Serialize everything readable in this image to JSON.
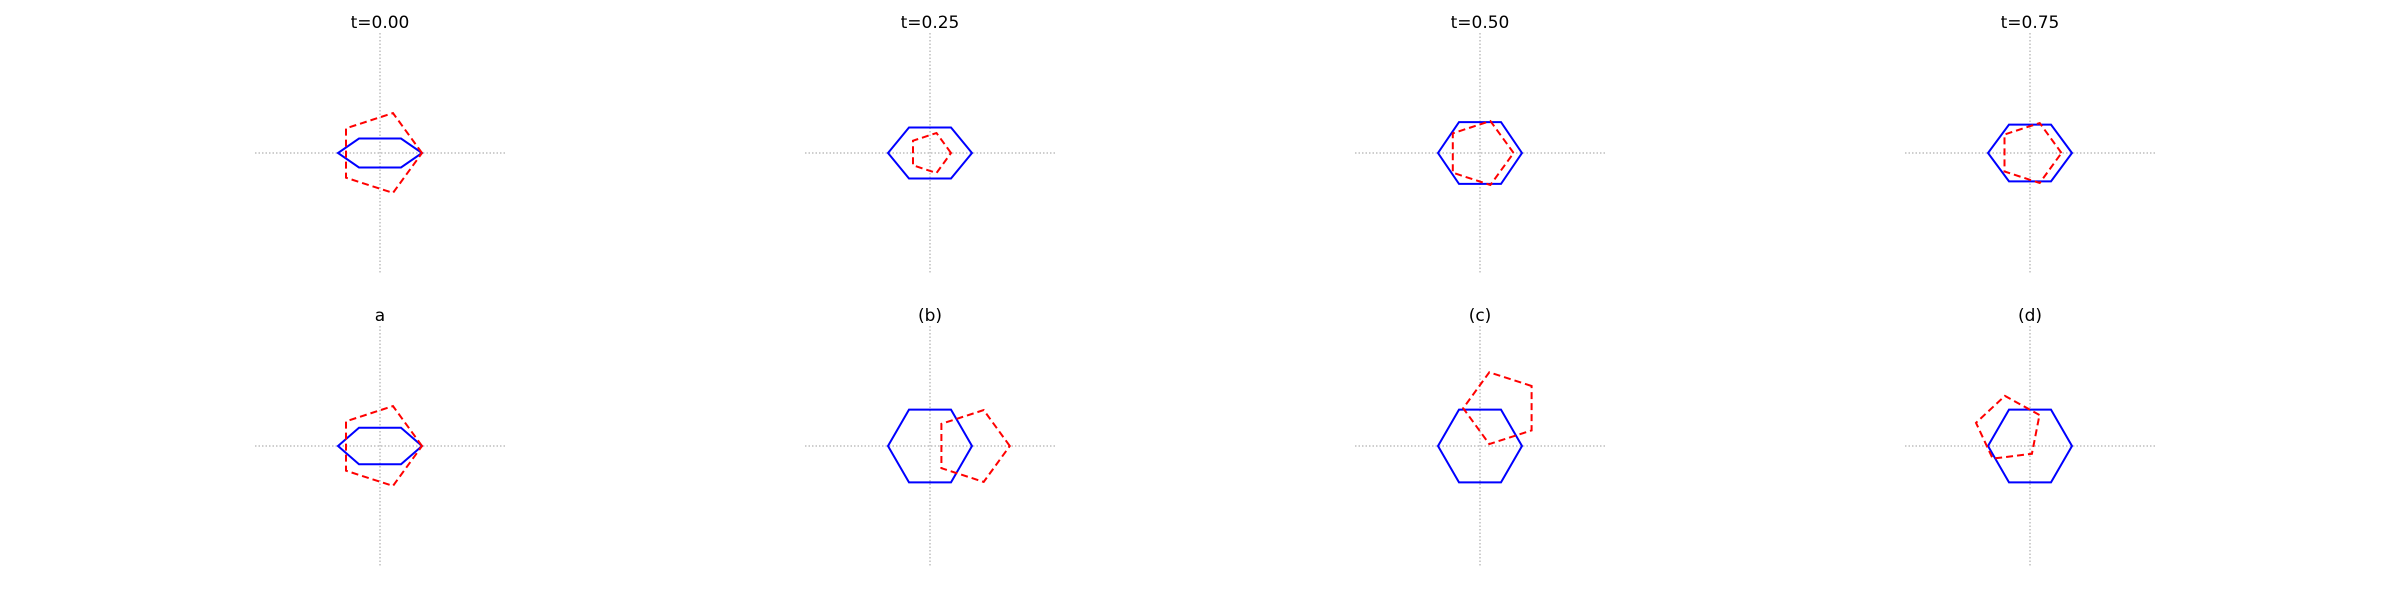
{
  "figure": {
    "colors": {
      "hexagon": "#0000ff",
      "pentagon": "#ff0000",
      "axes": "#9e9e9e"
    },
    "shape_styles": {
      "hexagon": "solid",
      "pentagon": "dashed"
    },
    "panels": [
      {
        "title": "t=0.00",
        "hexagon": {
          "radius": 1.0,
          "scale_y": 0.4,
          "center": [
            0,
            0
          ]
        },
        "pentagon": {
          "radius": 1.0,
          "rotation_deg": 0,
          "center": [
            0,
            0
          ]
        }
      },
      {
        "title": "t=0.25",
        "hexagon": {
          "radius": 1.0,
          "scale_y": 0.7,
          "center": [
            0,
            0
          ]
        },
        "pentagon": {
          "radius": 0.5,
          "rotation_deg": 0,
          "center": [
            0,
            0
          ]
        }
      },
      {
        "title": "t=0.50",
        "hexagon": {
          "radius": 1.0,
          "scale_y": 0.85,
          "center": [
            0,
            0
          ]
        },
        "pentagon": {
          "radius": 0.8,
          "rotation_deg": 0,
          "center": [
            0,
            0
          ]
        }
      },
      {
        "title": "t=0.75",
        "hexagon": {
          "radius": 1.0,
          "scale_y": 0.78,
          "center": [
            0,
            0
          ]
        },
        "pentagon": {
          "radius": 0.75,
          "rotation_deg": 0,
          "center": [
            0,
            0
          ]
        }
      },
      {
        "title": "a",
        "hexagon": {
          "radius": 1.0,
          "scale_y": 0.5,
          "center": [
            0,
            0
          ]
        },
        "pentagon": {
          "radius": 1.0,
          "rotation_deg": 0,
          "center": [
            0,
            0
          ]
        }
      },
      {
        "title": "(b)",
        "hexagon": {
          "radius": 1.0,
          "scale_y": 1.0,
          "center": [
            0,
            0
          ]
        },
        "pentagon": {
          "radius": 0.9,
          "rotation_deg": 0,
          "center": [
            1.0,
            0
          ]
        }
      },
      {
        "title": "(c)",
        "hexagon": {
          "radius": 1.0,
          "scale_y": 1.0,
          "center": [
            0,
            0
          ]
        },
        "pentagon": {
          "radius": 0.9,
          "rotation_deg": 36,
          "center": [
            0.5,
            0.9
          ]
        }
      },
      {
        "title": "(d)",
        "hexagon": {
          "radius": 1.0,
          "scale_y": 1.0,
          "center": [
            0,
            0
          ]
        },
        "pentagon": {
          "radius": 0.8,
          "rotation_deg": 25,
          "center": [
            -0.5,
            0.4
          ]
        }
      }
    ]
  }
}
